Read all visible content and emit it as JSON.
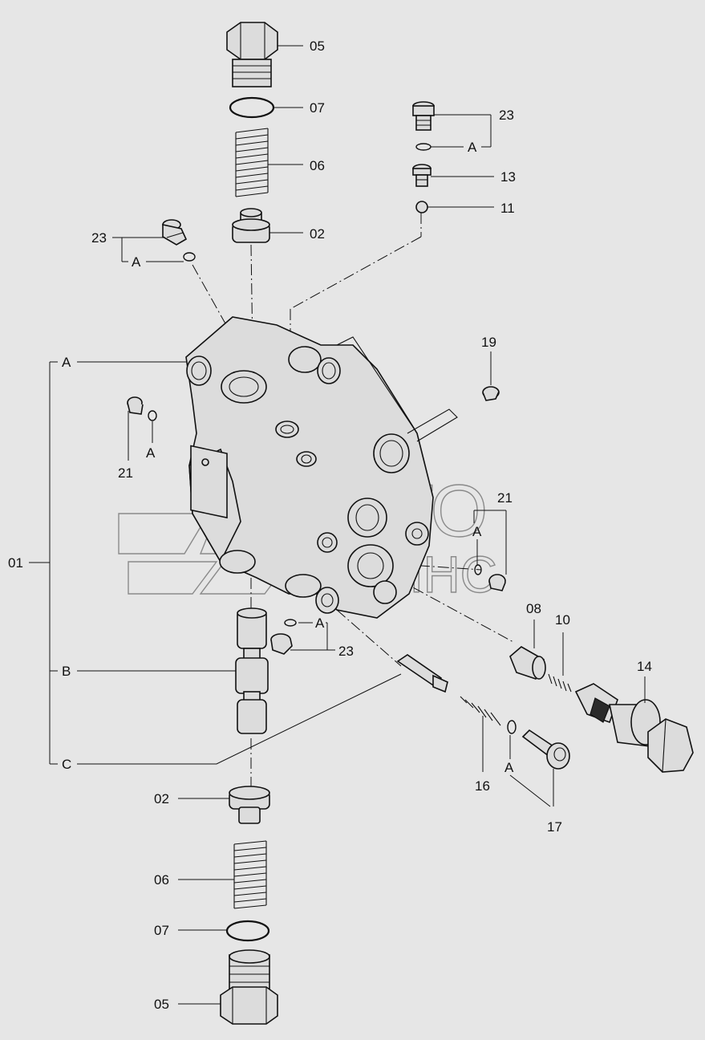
{
  "watermark": {
    "line1": "АВТО",
    "line2": "АЛЬЯНС",
    "color": "#8a8a8a"
  },
  "background": "#e6e6e6",
  "labels": {
    "p05_top": "05",
    "p07_top": "07",
    "p06_top": "06",
    "p02_top": "02",
    "p23_right": "23",
    "a_right_top": "A",
    "p13": "13",
    "p11": "11",
    "p23_left": "23",
    "a_left_top": "A",
    "p19": "19",
    "p01": "01",
    "group_a": "A",
    "group_b": "B",
    "group_c": "C",
    "p21_left": "21",
    "a_21_left": "A",
    "p21_right": "21",
    "a_21_right": "A",
    "a_23_mid": "A",
    "p23_mid": "23",
    "p08": "08",
    "p10": "10",
    "p14": "14",
    "p16": "16",
    "a_17": "A",
    "p17": "17",
    "p02_bottom": "02",
    "p06_bottom": "06",
    "p07_bottom": "07",
    "p05_bottom": "05"
  }
}
